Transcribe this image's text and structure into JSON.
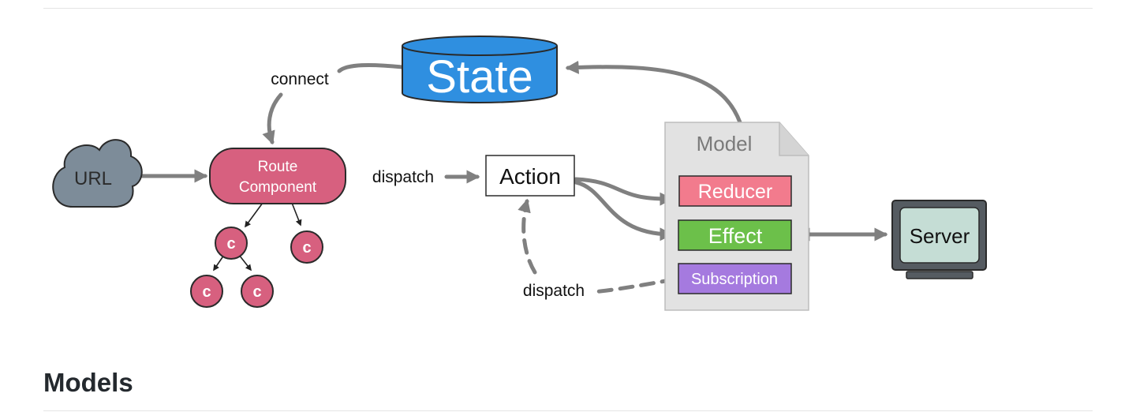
{
  "diagram": {
    "state": "State",
    "url": "URL",
    "route_line1": "Route",
    "route_line2": "Component",
    "component_c": "c",
    "action": "Action",
    "model": "Model",
    "reducer": "Reducer",
    "effect": "Effect",
    "subscription": "Subscription",
    "server": "Server",
    "connect": "connect",
    "dispatch": "dispatch"
  },
  "section": {
    "heading": "Models"
  },
  "colors": {
    "state_blue": "#2f8fe0",
    "route_pink": "#d7607f",
    "cloud_gray": "#7d8c99",
    "reducer_pink": "#f27b8d",
    "effect_green": "#6cc04a",
    "subscription_purple": "#a57adf",
    "model_gray": "#e2e2e2",
    "server_screen": "#c5ddd5",
    "arrow_gray": "#808080"
  }
}
